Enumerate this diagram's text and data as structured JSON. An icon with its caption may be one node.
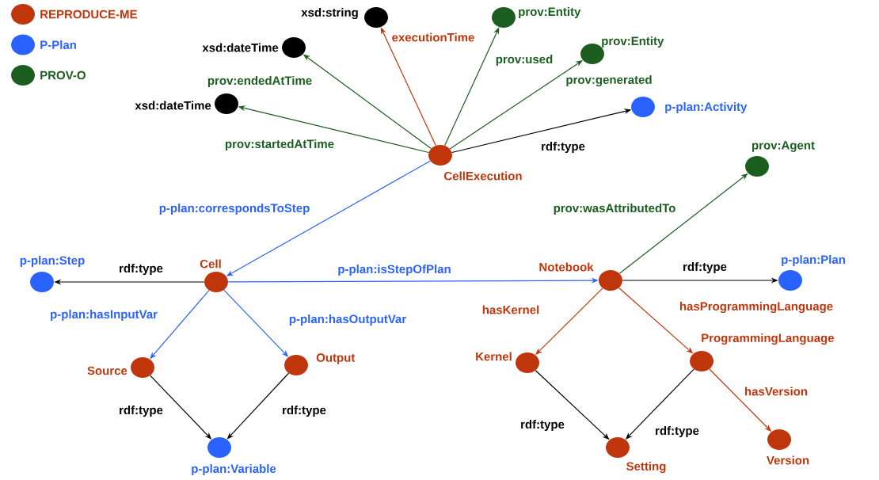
{
  "diagram": {
    "nodes": [
      {
        "text": [
          "CellExecution"
        ]
      },
      {
        "text": [
          "xsd:string"
        ]
      },
      {
        "text": [
          "xsd:dateTime"
        ]
      },
      {
        "text": [
          "xsd:dateTime"
        ]
      },
      {
        "text": [
          "prov:Entity"
        ]
      },
      {
        "text": [
          "prov:Entity"
        ]
      },
      {
        "text": [
          "p-plan:Activity"
        ]
      },
      {
        "text": [
          "Cell"
        ]
      },
      {
        "text": [
          "p-plan:Step"
        ]
      },
      {
        "text": [
          "Source"
        ]
      },
      {
        "text": [
          "Output"
        ]
      },
      {
        "text": [
          "p-plan:Variable"
        ]
      },
      {
        "text": [
          "Notebook"
        ]
      },
      {
        "text": [
          "p-plan:Plan"
        ]
      },
      {
        "text": [
          "prov:Agent"
        ]
      },
      {
        "text": [
          "Kernel"
        ]
      },
      {
        "text": [
          "ProgrammingLanguage"
        ]
      },
      {
        "text": [
          "Setting"
        ]
      },
      {
        "text": [
          "Version"
        ]
      }
    ],
    "edges": [
      {
        "from": 0,
        "to": 1,
        "arrow": "to",
        "label": "executionTime",
        "color": "#bf360c"
      },
      {
        "from": 0,
        "to": 2,
        "arrow": "to",
        "label": "prov:endedAtTime",
        "color": "#1b5e20"
      },
      {
        "from": 0,
        "to": 3,
        "arrow": "to",
        "label": "prov:startedAtTime",
        "color": "#1b5e20"
      },
      {
        "from": 0,
        "to": 4,
        "arrow": "to",
        "label": "prov:used",
        "color": "#1b5e20"
      },
      {
        "from": 0,
        "to": 5,
        "arrow": "to",
        "label": "prov:generated",
        "color": "#1b5e20"
      },
      {
        "from": 0,
        "to": 6,
        "arrow": "to",
        "label": "rdf:type",
        "color": "#000000"
      },
      {
        "from": 0,
        "to": 7,
        "arrow": "to",
        "label": "p-plan:correspondsToStep",
        "color": "#2962ff"
      },
      {
        "from": 7,
        "to": 8,
        "arrow": "to",
        "label": "rdf:type",
        "color": "#000000"
      },
      {
        "from": 7,
        "to": 12,
        "arrow": "to",
        "label": "p-plan:isStepOfPlan",
        "color": "#2962ff"
      },
      {
        "from": 7,
        "to": 9,
        "arrow": "to",
        "label": "p-plan:hasInputVar",
        "color": "#2962ff"
      },
      {
        "from": 7,
        "to": 10,
        "arrow": "to",
        "label": "p-plan:hasOutputVar",
        "color": "#2962ff"
      },
      {
        "from": 9,
        "to": 11,
        "arrow": "to",
        "label": "rdf:type",
        "color": "#000000"
      },
      {
        "from": 10,
        "to": 11,
        "arrow": "to",
        "label": "rdf:type",
        "color": "#000000"
      },
      {
        "from": 12,
        "to": 14,
        "arrow": "to",
        "label": "prov:wasAttributedTo",
        "color": "#1b5e20"
      },
      {
        "from": 12,
        "to": 13,
        "arrow": "to",
        "label": "rdf:type",
        "color": "#000000"
      },
      {
        "from": 12,
        "to": 15,
        "arrow": "to",
        "label": "hasKernel",
        "color": "#bf360c"
      },
      {
        "from": 12,
        "to": 16,
        "arrow": "to",
        "label": "hasProgrammingLanguage",
        "color": "#bf360c"
      },
      {
        "from": 15,
        "to": 17,
        "arrow": "to",
        "label": "rdf:type",
        "color": "#000000"
      },
      {
        "from": 16,
        "to": 17,
        "arrow": "to",
        "label": "rdf:type",
        "color": "#000000"
      },
      {
        "from": 16,
        "to": 18,
        "arrow": "to",
        "label": "hasVersion",
        "color": "#bf360c"
      }
    ],
    "legend": [
      {
        "text": "REPRODUCE-ME",
        "color": "#bf360c"
      },
      {
        "text": "P-Plan",
        "color": "#2962ff"
      },
      {
        "text": "PROV-O",
        "color": "#1b5e20"
      }
    ]
  }
}
